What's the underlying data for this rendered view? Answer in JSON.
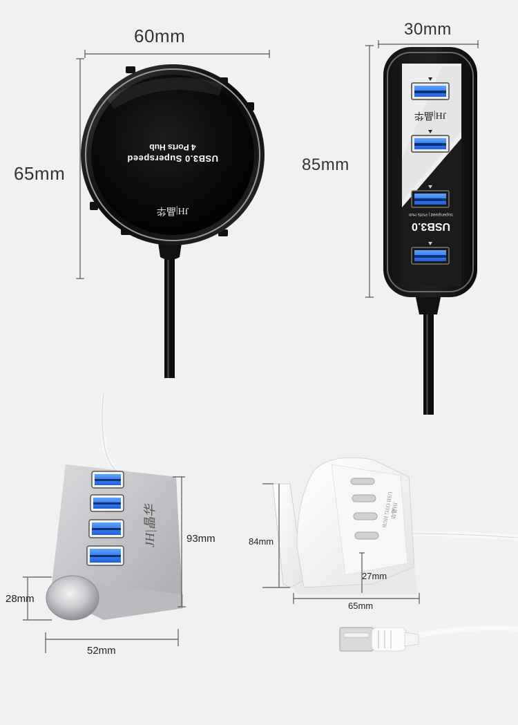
{
  "round_hub": {
    "width_label": "60mm",
    "height_label": "65mm",
    "face_line1": "USB3.0 Superspeed",
    "face_line2": "4 Ports Hub",
    "brand": "JH|晶华"
  },
  "bar_hub": {
    "width_label": "30mm",
    "height_label": "85mm",
    "brand": "JH|晶华",
    "face_title": "USB3.0",
    "face_sub": "Superspeed | Ports Hub"
  },
  "alu_hub": {
    "height_label": "93mm",
    "depth_label": "28mm",
    "width_label": "52mm",
    "brand": "JH|晶华"
  },
  "stand_hub": {
    "height_label": "84mm",
    "inner_label": "27mm",
    "width_label": "65mm",
    "brand": "JH晶华",
    "model": "USB OTG HUB"
  }
}
